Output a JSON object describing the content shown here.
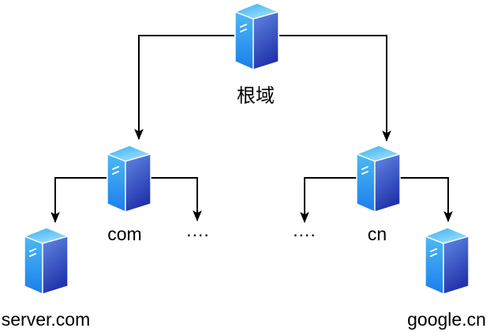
{
  "diagram": {
    "title": "dns-hierarchy-tree",
    "background_color": "#ffffff",
    "line_color": "#000000",
    "nodes": {
      "root": {
        "label": "根域",
        "icon": "server-tower-icon",
        "level": 0
      },
      "tld_left": {
        "label": "com",
        "icon": "server-tower-icon",
        "level": 1
      },
      "tld_right": {
        "label": "cn",
        "icon": "server-tower-icon",
        "level": 1
      },
      "more_left": {
        "label": "....",
        "icon": "none",
        "level": 2
      },
      "more_right": {
        "label": "....",
        "icon": "none",
        "level": 2
      },
      "leaf_left": {
        "label": "server.com",
        "icon": "server-tower-icon",
        "level": 2
      },
      "leaf_right": {
        "label": "google.cn",
        "icon": "server-tower-icon",
        "level": 2
      }
    },
    "edges": [
      {
        "from": "根域",
        "to": "com"
      },
      {
        "from": "根域",
        "to": "cn"
      },
      {
        "from": "com",
        "to": "server.com"
      },
      {
        "from": "com",
        "to": "...."
      },
      {
        "from": "cn",
        "to": "...."
      },
      {
        "from": "cn",
        "to": "google.cn"
      }
    ],
    "icon_colors": {
      "top_face_start": "#35aef2",
      "top_face_end": "#9fe0fb",
      "left_face_start": "#4cbaf6",
      "left_face_end": "#1b7deb",
      "front_face_start": "#6289e5",
      "front_face_end": "#2133ab",
      "edge_stroke": "#ffffff"
    }
  }
}
